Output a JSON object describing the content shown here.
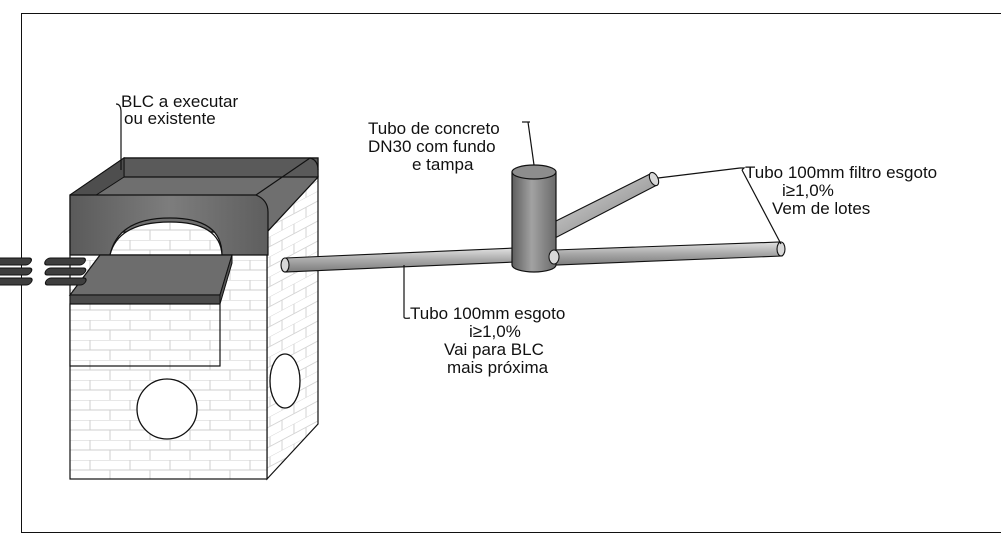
{
  "labels": {
    "blc": [
      "BLC a executar",
      "ou existente"
    ],
    "concrete_tube": [
      "Tubo de concreto",
      "DN30 com fundo",
      "e tampa"
    ],
    "filter_pipe": [
      "Tubo 100mm filtro esgoto",
      "i≥1,0%",
      "Vem de lotes"
    ],
    "sewer_pipe": [
      "Tubo 100mm esgoto",
      "i≥1,0%",
      "Vai para BLC",
      "mais próxima"
    ]
  },
  "colors": {
    "stroke": "#111111",
    "lid_dark": "#5f5f5f",
    "lid_mid": "#7d7d7d",
    "pipe": "#b9b9b9",
    "tube": "#8a8a8a",
    "wall": "#ffffff",
    "brick_line": "#c9c9c9"
  }
}
